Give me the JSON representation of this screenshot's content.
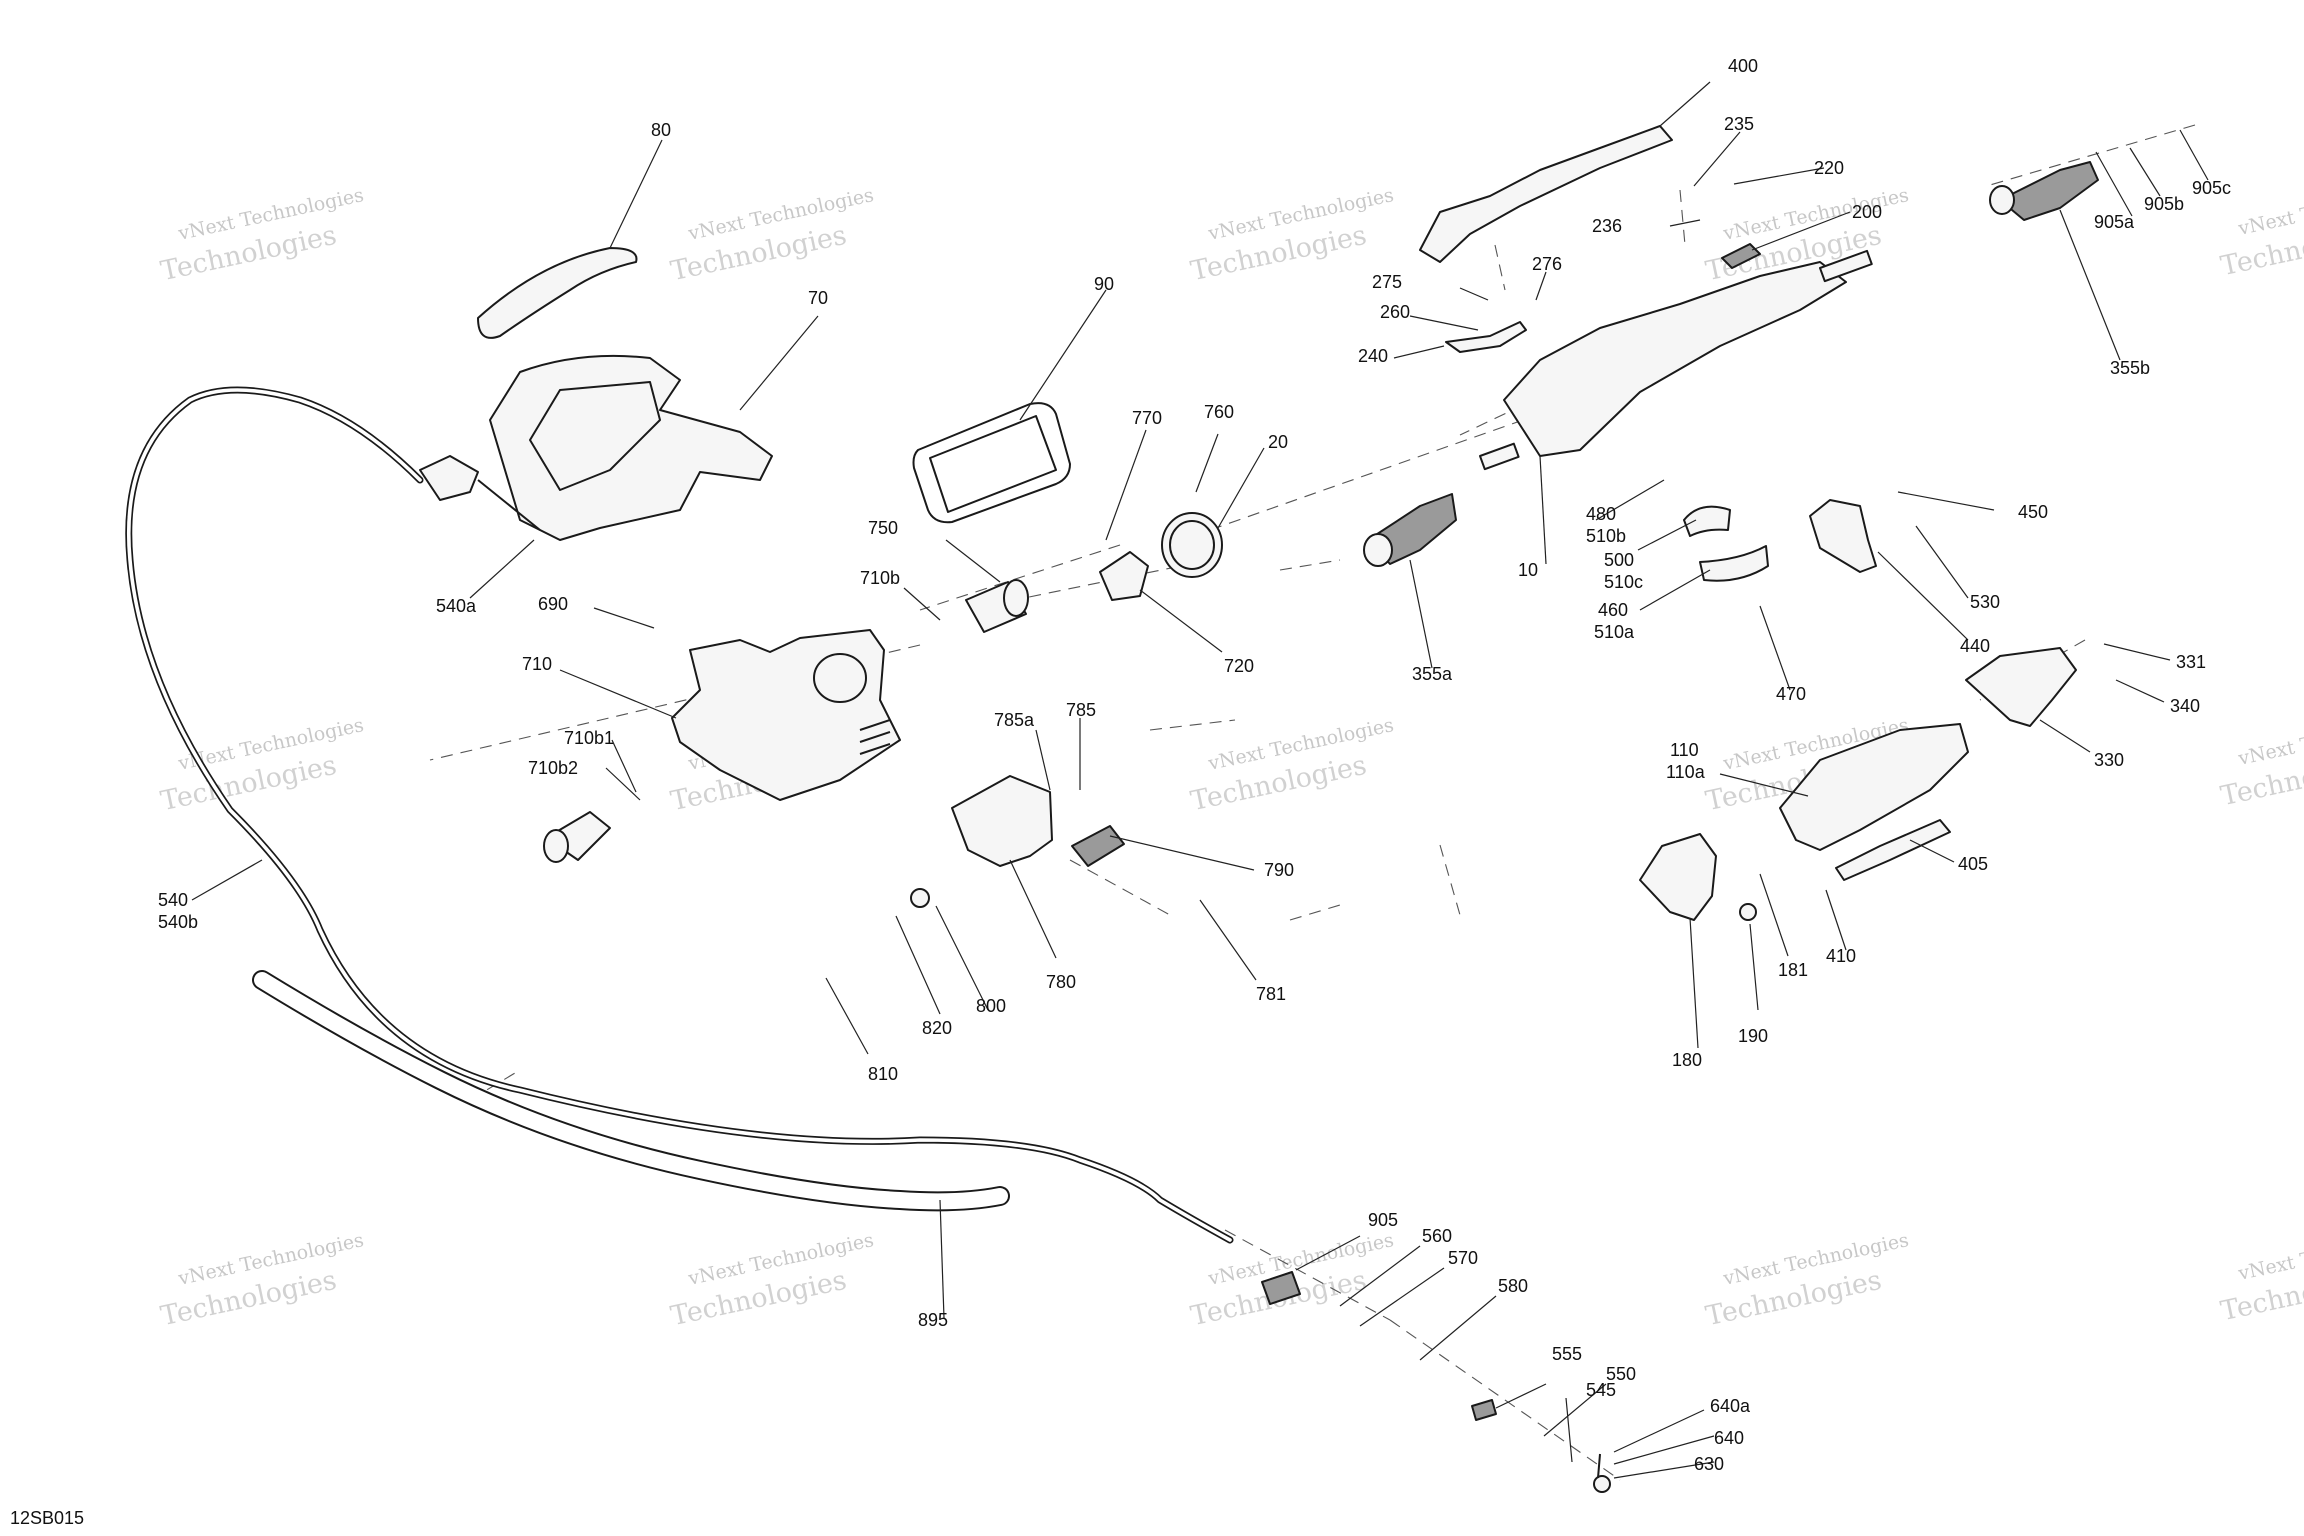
{
  "diagram": {
    "code": "12SB015",
    "watermark": {
      "line1": "vNext Technologies",
      "line2": "Technologies"
    },
    "labels": [
      "80",
      "70",
      "90",
      "770",
      "760",
      "20",
      "750",
      "710b",
      "720",
      "690",
      "710",
      "710b1",
      "710b2",
      "540a",
      "540",
      "540b",
      "785a",
      "785",
      "790",
      "780",
      "781",
      "800",
      "820",
      "810",
      "895",
      "400",
      "235",
      "220",
      "236",
      "200",
      "275",
      "276",
      "260",
      "240",
      "10",
      "355a",
      "480",
      "510b",
      "500",
      "510c",
      "460",
      "510a",
      "470",
      "450",
      "530",
      "440",
      "331",
      "340",
      "330",
      "110",
      "110a",
      "405",
      "410",
      "181",
      "190",
      "180",
      "905a",
      "905b",
      "905c",
      "355b",
      "905",
      "560",
      "570",
      "580",
      "555",
      "550",
      "545",
      "640a",
      "640",
      "630"
    ]
  }
}
